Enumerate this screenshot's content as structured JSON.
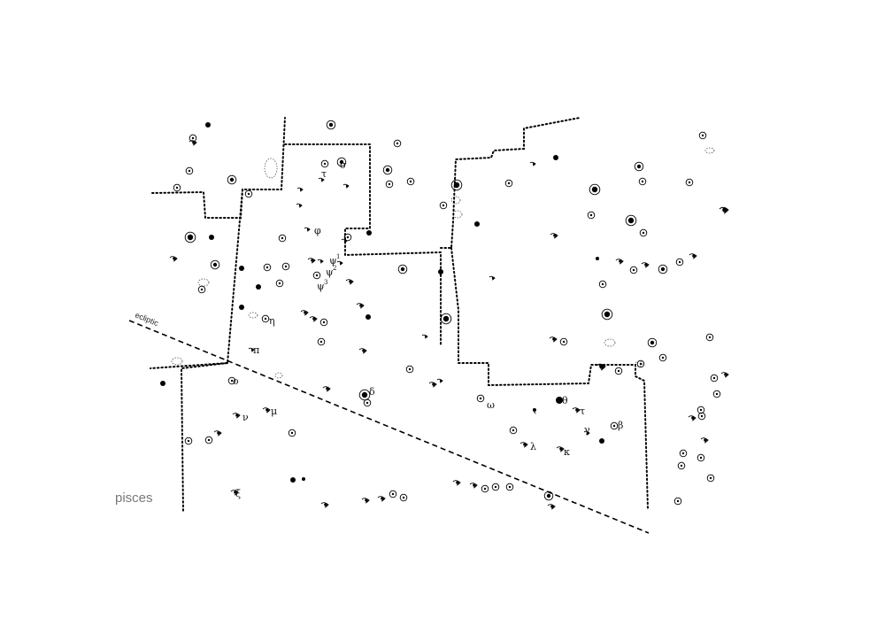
{
  "map": {
    "title": "pisces",
    "ecliptic_label": "ecliptic",
    "labels": {
      "tau_n": "τ",
      "sigma": "σ",
      "phi": "φ",
      "psi": "ψ",
      "psi1_sup": "1",
      "psi2_sup": "2",
      "psi3_sup": "3",
      "eta": "η",
      "pi": "π",
      "omicron": "o",
      "nu": "ν",
      "mu": "μ",
      "delta": "δ",
      "xi": "ξ",
      "omega": "ω",
      "iota": "ι",
      "theta": "θ",
      "tau_s": "τ",
      "gamma": "γ",
      "beta": "β",
      "lambda": "λ",
      "kappa": "κ"
    }
  },
  "colors": {
    "ink": "#000000",
    "title": "#777777",
    "background": "#ffffff"
  }
}
